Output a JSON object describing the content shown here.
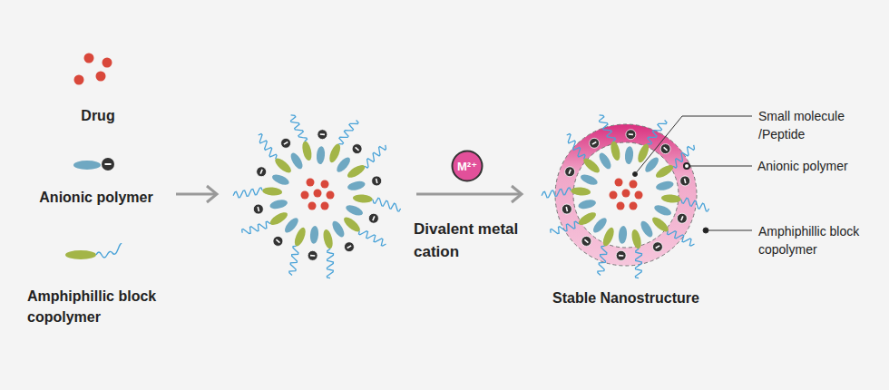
{
  "diagram": {
    "nodes": [
      {
        "text": [
          "M²⁺"
        ]
      }
    ],
    "labels": [
      "Drug",
      "Anionic polymer",
      "Amphiphillic block copolymer",
      "Divalent metal cation",
      "Stable Nanostructure",
      "Small molecule /Peptide",
      "Anionic polymer",
      "Amphiphillic block copolymer"
    ]
  }
}
